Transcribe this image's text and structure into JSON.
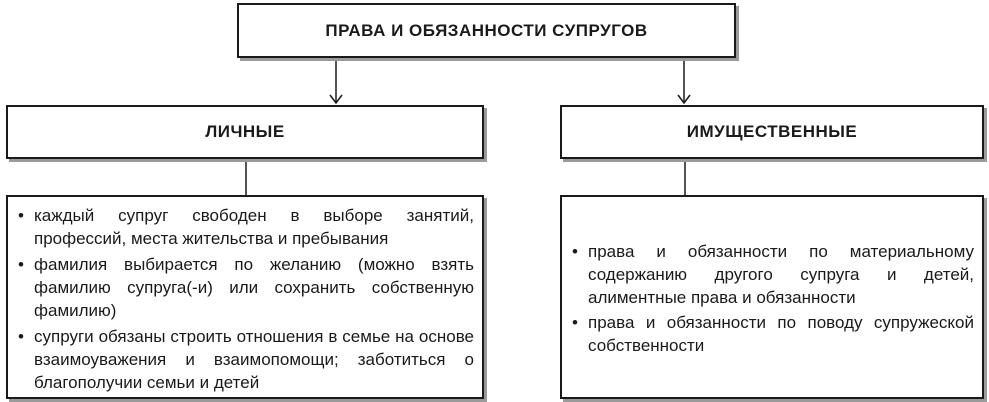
{
  "title": "ПРАВА И ОБЯЗАННОСТИ СУПРУГОВ",
  "left": {
    "header": "ЛИЧНЫЕ",
    "items": [
      "каждый супруг свободен в выборе занятий, профессий, места жительства и пребывания",
      "фамилия выбирается по желанию (можно взять фамилию супруга(-и) или сохранить собственную фамилию)",
      "супруги обязаны строить отношения в семье на основе взаимоуважения и взаимопомощи; заботиться о благополучии семьи и детей"
    ]
  },
  "right": {
    "header": "ИМУЩЕСТВЕННЫЕ",
    "items": [
      "права и обязанности по материальному содержанию другого супруга и детей, алиментные права и обязанности",
      "права и обязанности по поводу супружеской собственности"
    ]
  },
  "bullet_glyph": "•"
}
